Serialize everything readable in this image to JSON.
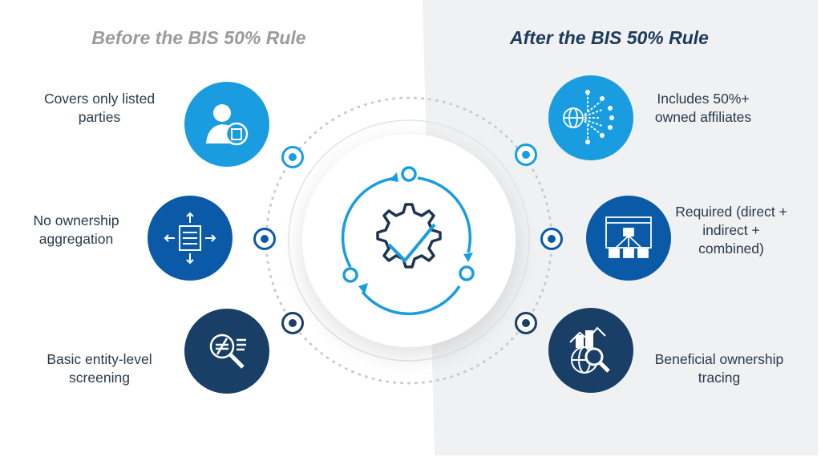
{
  "colors": {
    "light_blue": "#1a9de0",
    "medium_blue": "#0b5aa8",
    "navy": "#1a3f66",
    "panel_gray": "#f0f1f2"
  },
  "left": {
    "title": "Before the BIS 50% Rule",
    "items": [
      {
        "label": "Covers only listed parties",
        "icon": "person-document-icon"
      },
      {
        "label": "No ownership aggregation",
        "icon": "server-arrows-icon"
      },
      {
        "label": "Basic entity-level screening",
        "icon": "magnifier-screening-icon"
      }
    ]
  },
  "right": {
    "title": "After the BIS 50% Rule",
    "items": [
      {
        "label": "Includes 50%+ owned affiliates",
        "icon": "globe-network-icon"
      },
      {
        "label": "Required (direct + indirect + combined)",
        "icon": "hierarchy-diagram-icon"
      },
      {
        "label": "Beneficial ownership tracing",
        "icon": "globe-chart-search-icon"
      }
    ]
  },
  "center": {
    "icon": "gear-check-cycle-icon"
  }
}
